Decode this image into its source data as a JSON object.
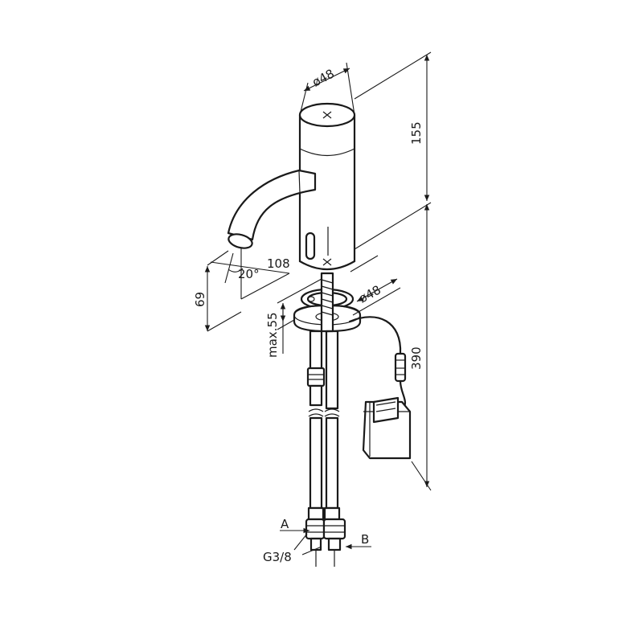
{
  "dimensions": {
    "top_diameter": "ø48",
    "total_height": "155",
    "spout_angle": "20°",
    "spout_reach": "108",
    "spout_height": "69",
    "max_deck": "max.55",
    "base_diameter": "ø48",
    "hose_length": "390"
  },
  "labels": {
    "inlet_a": "A",
    "inlet_b": "B",
    "thread": "G3/8"
  }
}
